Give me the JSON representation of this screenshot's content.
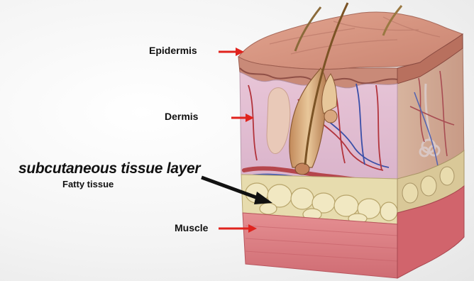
{
  "labels": {
    "epidermis": "Epidermis",
    "dermis": "Dermis",
    "subcutaneous": "subcutaneous tissue layer",
    "fatty": "Fatty tissue",
    "muscle": "Muscle"
  },
  "colors": {
    "arrow_red": "#e0231d",
    "arrow_black": "#111111",
    "epidermis": "#d7947f",
    "dermis": "#dcb6cf",
    "fat": "#eee3b6",
    "muscle": "#dc7a80"
  }
}
